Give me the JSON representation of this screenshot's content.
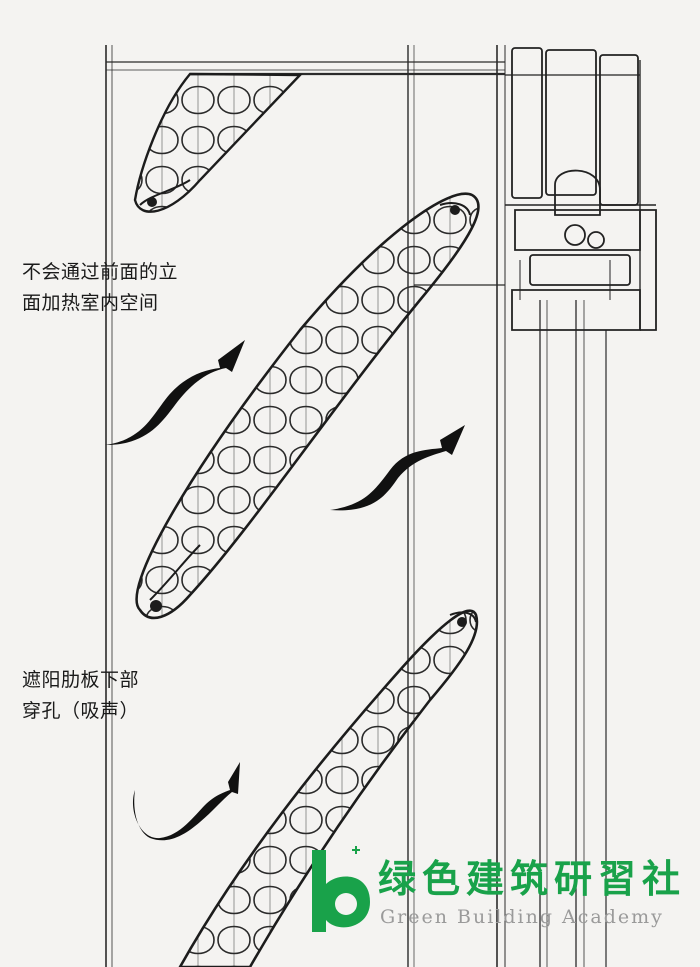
{
  "labels": {
    "facade_heat": {
      "line1": "不会通过前面的立",
      "line2": "面加热室内空间"
    },
    "perforation": {
      "line1": "遮阳肋板下部",
      "line2": "穿孔（吸声）"
    }
  },
  "logo": {
    "title": "绿色建筑研習社",
    "subtitle": "Green Building Academy",
    "color": "#19a24a"
  },
  "colors": {
    "ink": "#1a1a1a",
    "paper": "#f4f3f1"
  }
}
